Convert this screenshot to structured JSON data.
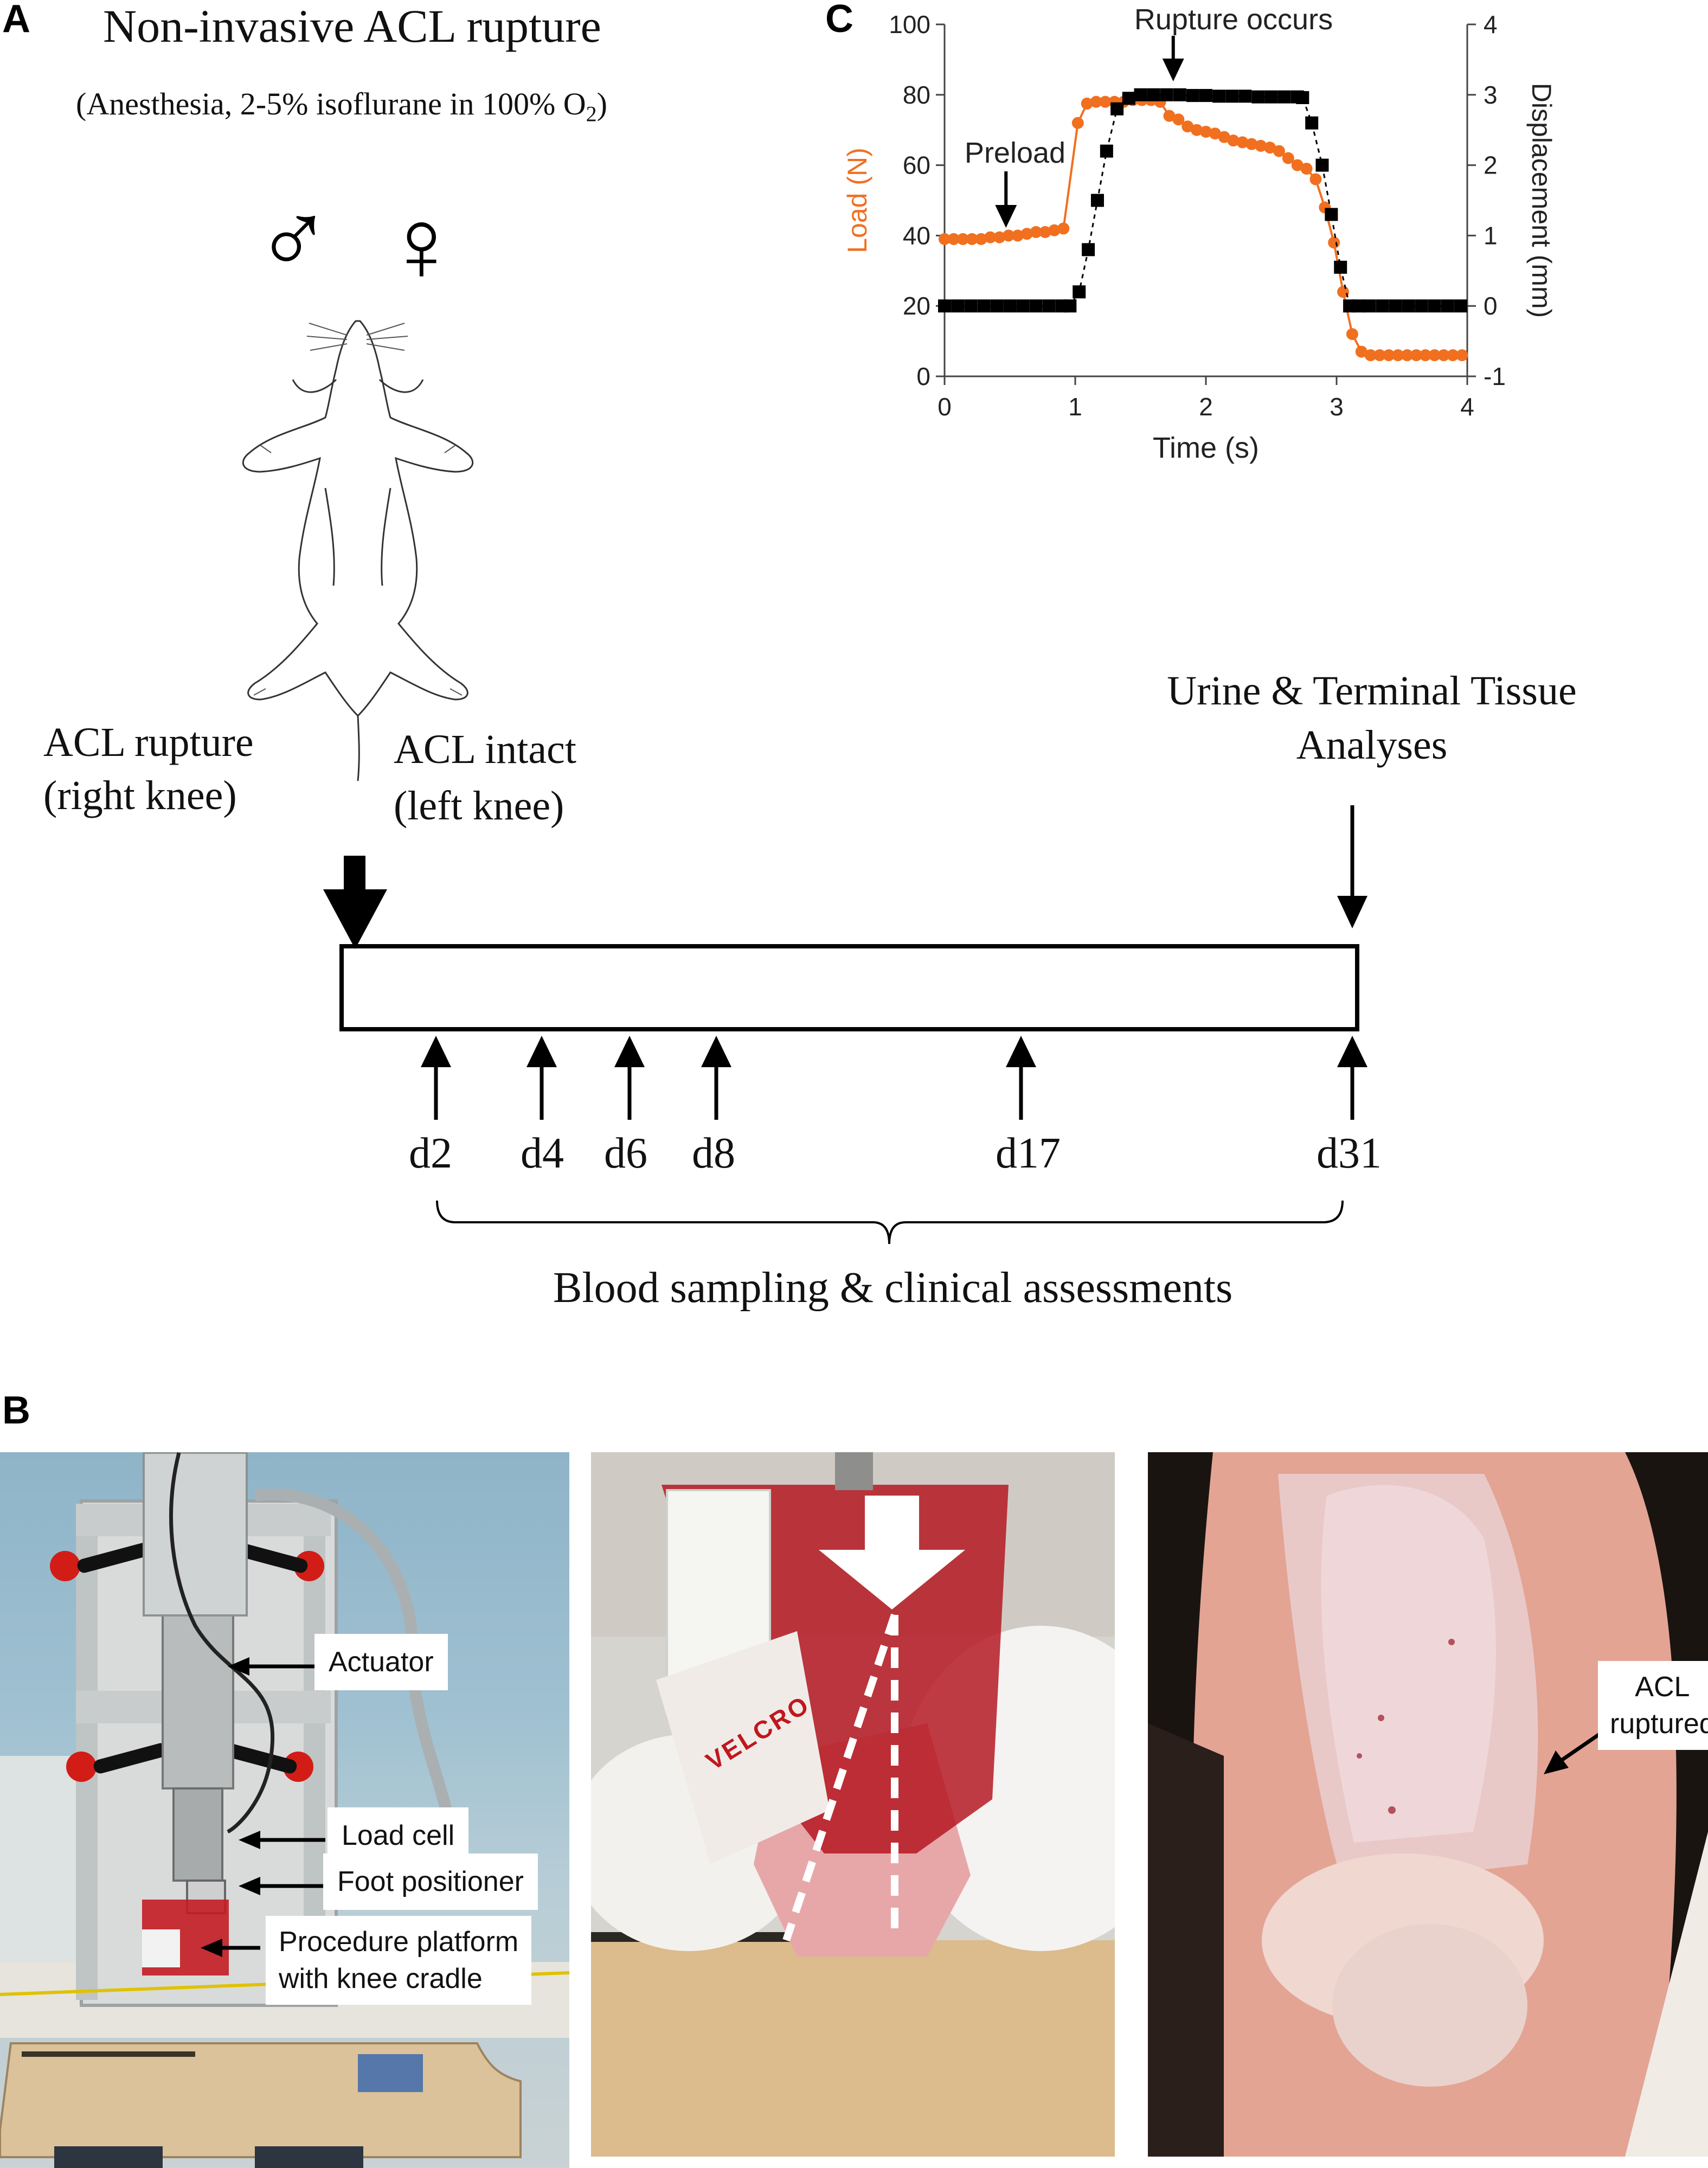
{
  "panel_labels": {
    "a": "A",
    "b": "B",
    "c": "C"
  },
  "panel_a": {
    "title": "Non-invasive ACL rupture",
    "anesthesia_note": "(Anesthesia, 2-5% isoflurane in 100% O",
    "anesthesia_sub": "2",
    "anesthesia_close": ")",
    "male_symbol": "♂",
    "female_symbol": "♀",
    "left_label_line1": "ACL rupture",
    "left_label_line2": "(right knee)",
    "right_label_line1": "ACL intact",
    "right_label_line2": "(left knee)",
    "terminal_line1": "Urine & Terminal Tissue",
    "terminal_line2": "Analyses",
    "timeline_days": [
      "d2",
      "d4",
      "d6",
      "d8",
      "d17",
      "d31"
    ],
    "bracket_caption": "Blood sampling & clinical assessments"
  },
  "panel_b": {
    "photo1_callouts": [
      "Actuator",
      "Load cell",
      "Foot positioner",
      "Procedure platform",
      "with knee cradle"
    ],
    "photo2_strap_text": "VELCRO",
    "photo3_callout_line1": "ACL",
    "photo3_callout_line2": "ruptured"
  },
  "chart_data": {
    "type": "scatter",
    "title": "",
    "xlabel": "Time (s)",
    "ylabel_left": "Load (N)",
    "ylabel_right": "Displacement (mm)",
    "xlim": [
      0,
      4
    ],
    "ylim_left": [
      0,
      100
    ],
    "ylim_right": [
      -1,
      4
    ],
    "x_ticks": [
      "0",
      "1",
      "2",
      "3",
      "4"
    ],
    "y_left_ticks": [
      "0",
      "20",
      "40",
      "60",
      "80",
      "100"
    ],
    "y_right_ticks": [
      "-1",
      "0",
      "1",
      "2",
      "3",
      "4"
    ],
    "annotations": [
      "Preload",
      "Rupture occurs"
    ],
    "grid": false,
    "series": [
      {
        "axis": "left",
        "color": "#f07020",
        "marker": "circle",
        "x": [
          0.0,
          0.07,
          0.14,
          0.21,
          0.28,
          0.35,
          0.42,
          0.49,
          0.56,
          0.63,
          0.7,
          0.77,
          0.84,
          0.91,
          1.02,
          1.09,
          1.16,
          1.23,
          1.3,
          1.37,
          1.44,
          1.51,
          1.58,
          1.65,
          1.72,
          1.79,
          1.86,
          1.93,
          2.0,
          2.07,
          2.14,
          2.21,
          2.28,
          2.35,
          2.42,
          2.49,
          2.56,
          2.63,
          2.7,
          2.77,
          2.84,
          2.91,
          2.98,
          3.05,
          3.12,
          3.19,
          3.26,
          3.33,
          3.4,
          3.47,
          3.54,
          3.61,
          3.68,
          3.75,
          3.82,
          3.89,
          3.96
        ],
        "y": [
          39,
          39,
          39,
          39,
          39,
          39.5,
          39.5,
          40,
          40,
          40.5,
          41,
          41,
          41.5,
          42,
          72,
          77.5,
          78,
          78,
          78,
          78,
          78.5,
          78.5,
          78.5,
          78,
          74,
          73,
          71,
          70,
          69.5,
          69,
          68,
          67,
          66.5,
          66,
          65.5,
          65,
          64,
          62,
          60,
          59,
          56,
          48,
          38,
          24,
          12,
          7,
          6,
          6,
          6,
          6,
          6,
          6,
          6,
          6,
          6,
          6,
          6
        ]
      },
      {
        "axis": "right",
        "color": "#000000",
        "marker": "square",
        "x": [
          0.0,
          0.1,
          0.2,
          0.3,
          0.4,
          0.5,
          0.6,
          0.7,
          0.8,
          0.9,
          0.96,
          1.03,
          1.1,
          1.17,
          1.24,
          1.32,
          1.41,
          1.5,
          1.6,
          1.7,
          1.8,
          1.9,
          2.0,
          2.1,
          2.2,
          2.3,
          2.4,
          2.5,
          2.6,
          2.7,
          2.74,
          2.81,
          2.89,
          2.96,
          3.03,
          3.1,
          3.17,
          3.25,
          3.35,
          3.45,
          3.55,
          3.65,
          3.75,
          3.85,
          3.95
        ],
        "y": [
          0,
          0,
          0,
          0,
          0,
          0,
          0,
          0,
          0,
          0,
          0,
          0.2,
          0.8,
          1.5,
          2.2,
          2.8,
          2.95,
          3.0,
          3.0,
          3.0,
          3.0,
          2.99,
          2.99,
          2.98,
          2.98,
          2.98,
          2.97,
          2.97,
          2.97,
          2.97,
          2.96,
          2.6,
          2.0,
          1.3,
          0.55,
          0.0,
          0.0,
          0.0,
          0.0,
          0.0,
          0.0,
          0.0,
          0.0,
          0.0,
          0.0
        ]
      }
    ]
  }
}
